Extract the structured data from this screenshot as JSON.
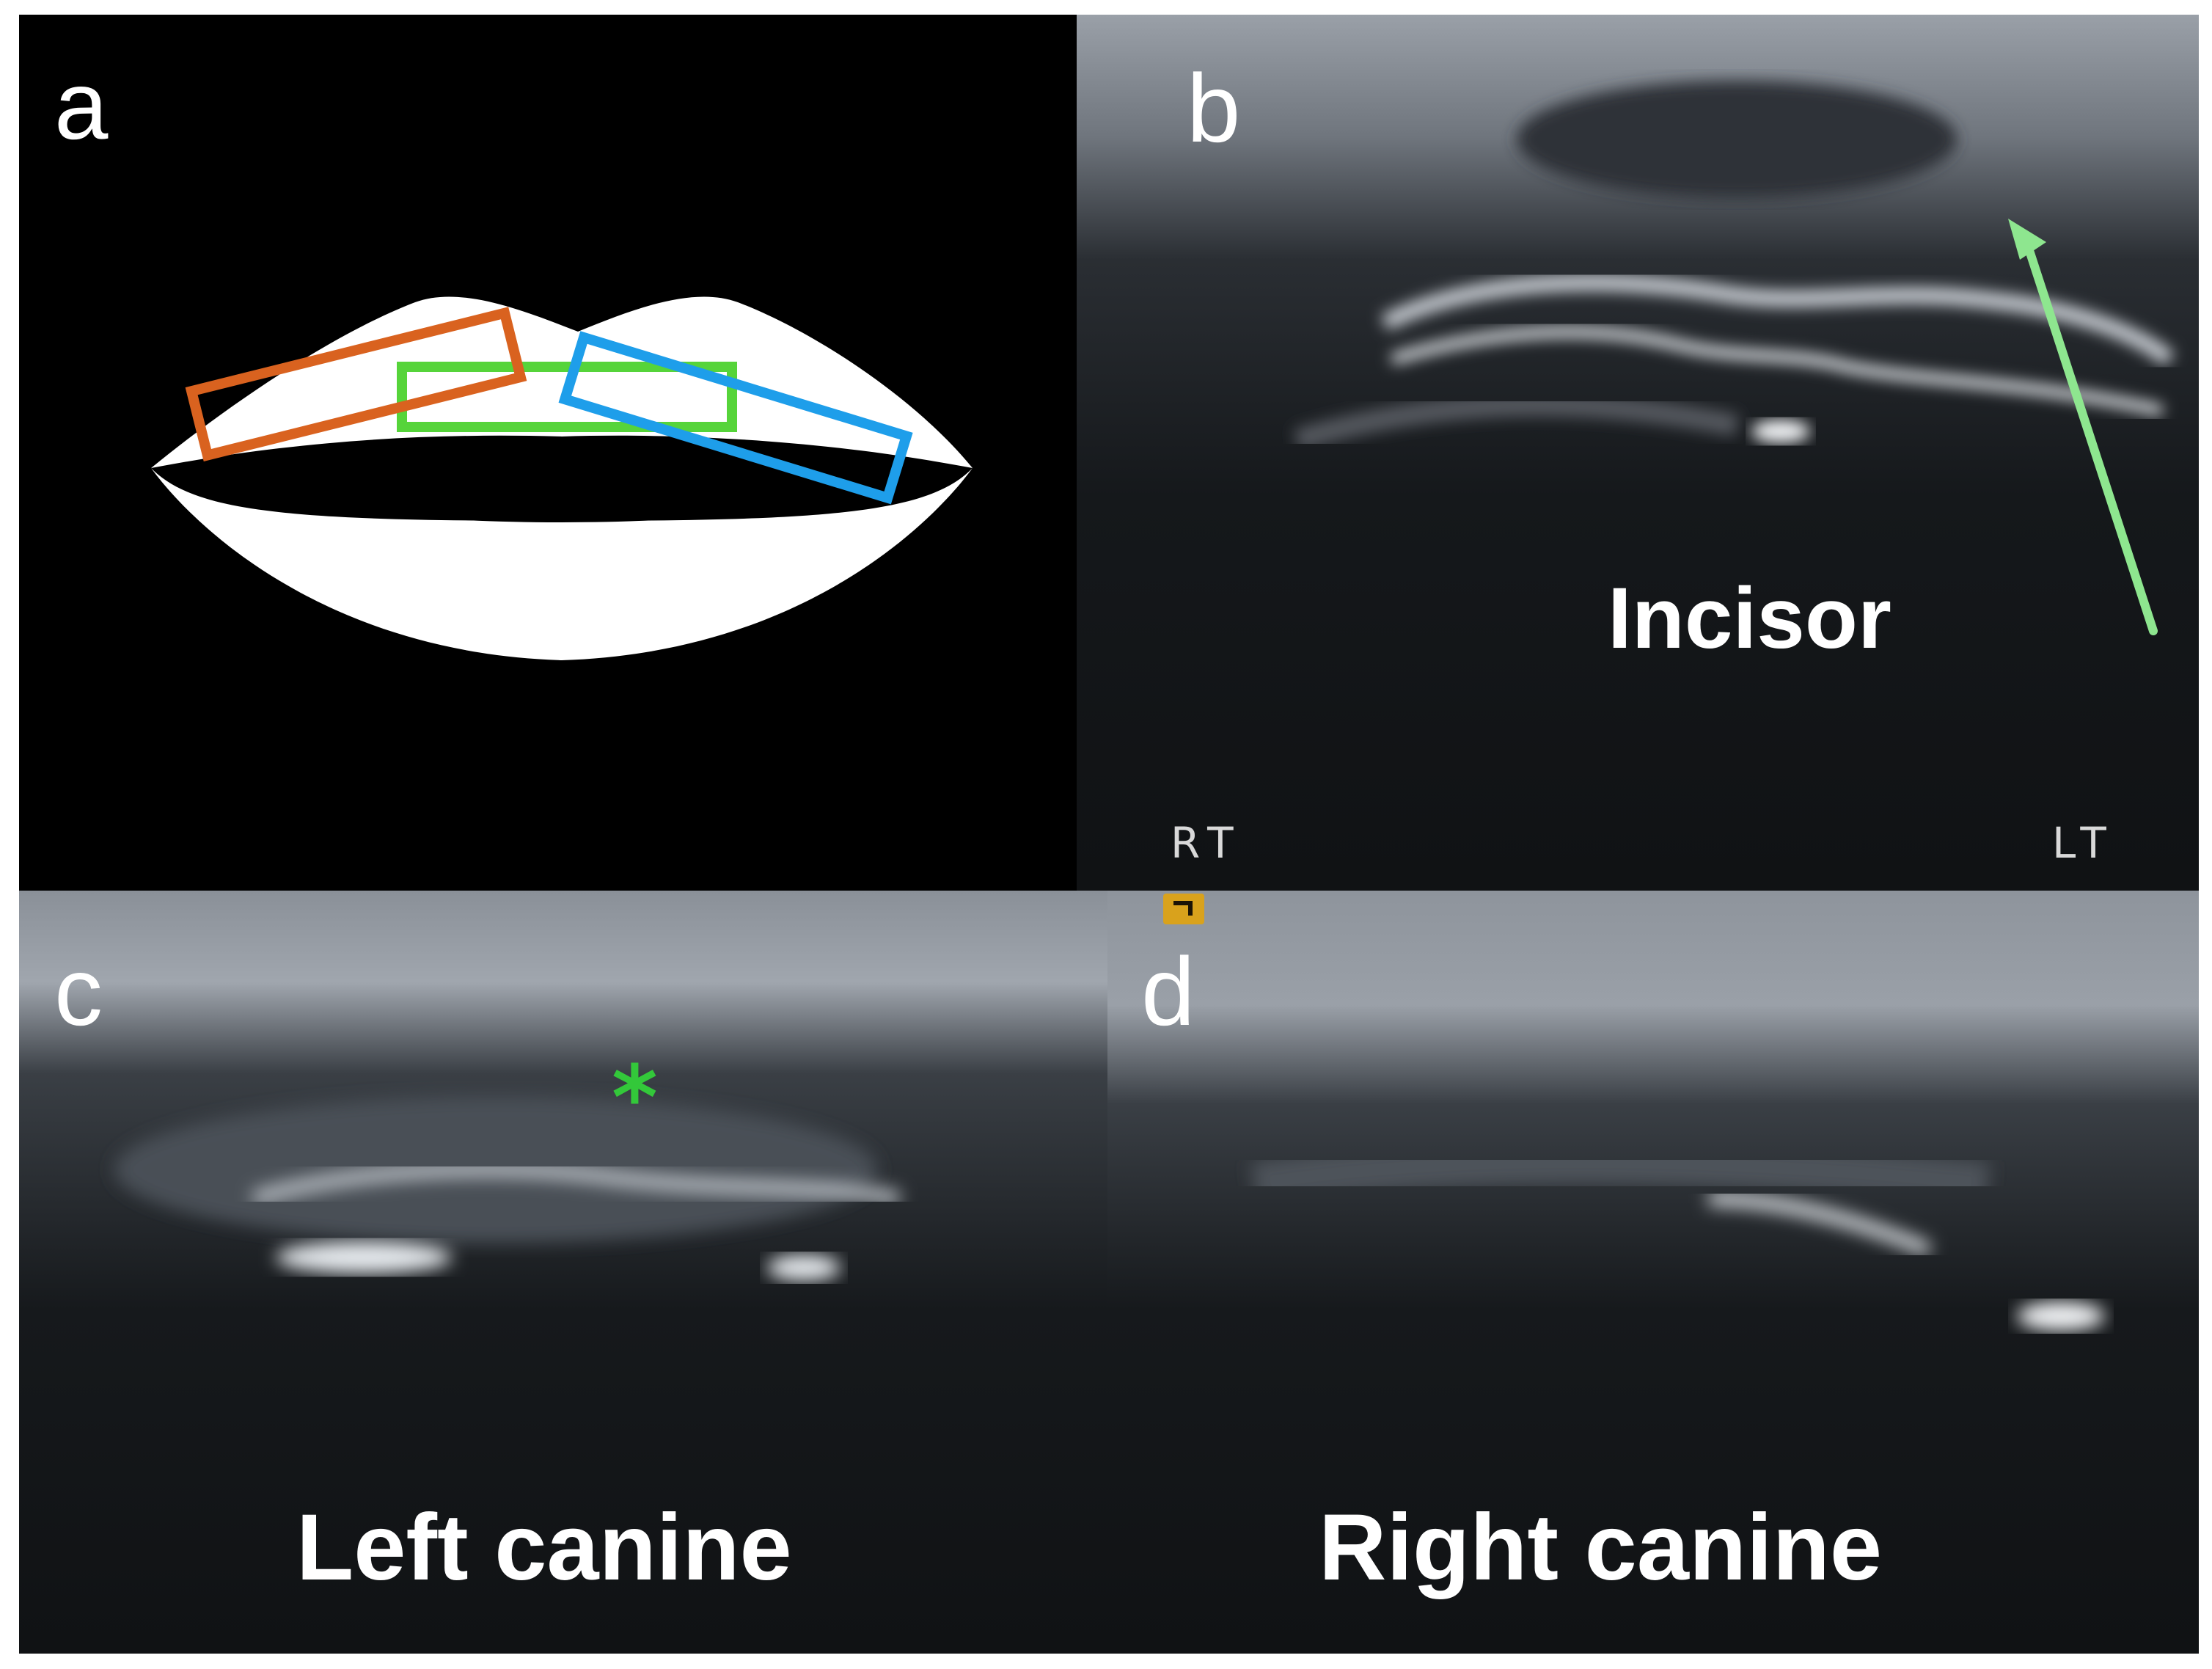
{
  "panels": {
    "a": {
      "letter": "a"
    },
    "b": {
      "letter": "b",
      "caption": "Incisor",
      "left_side": "RT",
      "right_side": "LT"
    },
    "c": {
      "letter": "c",
      "caption": "Left canine",
      "marker": "*"
    },
    "d": {
      "letter": "d",
      "caption": "Right canine"
    }
  },
  "colors": {
    "left_canine_box": "#d9621f",
    "incisor_box": "#56d43a",
    "right_canine_box": "#1e9eea",
    "arrow": "#8ee68f",
    "asterisk": "#33c83a"
  },
  "icons": [
    "lips-diagram",
    "arrow-icon",
    "probe-marker-icon"
  ]
}
